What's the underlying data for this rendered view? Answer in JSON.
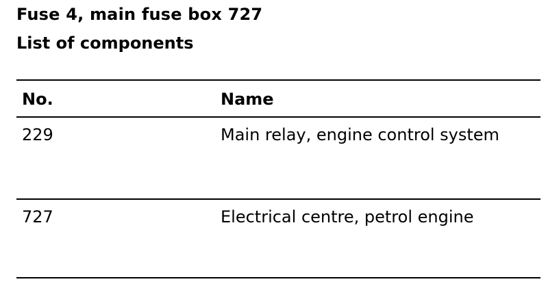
{
  "document": {
    "title": "Fuse 4, main fuse box 727",
    "subtitle": "List of components"
  },
  "table": {
    "columns": [
      "No.",
      "Name"
    ],
    "rows": [
      {
        "no": "229",
        "name": "Main relay, engine control system"
      },
      {
        "no": "727",
        "name": "Electrical centre, petrol engine"
      }
    ]
  }
}
